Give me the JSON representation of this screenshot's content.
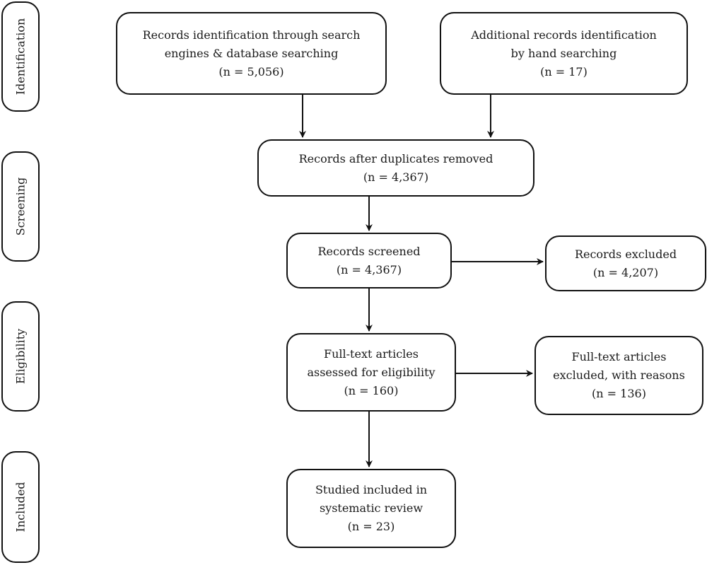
{
  "stages": {
    "identification": "Identification",
    "screening": "Screening",
    "eligibility": "Eligibility",
    "included": "Included"
  },
  "boxes": {
    "search_records": {
      "lines": [
        "Records identification through search",
        "engines & database searching",
        "(n = 5,056)"
      ]
    },
    "hand_records": {
      "lines": [
        "Additional records identification",
        "by hand searching",
        "(n = 17)"
      ]
    },
    "duplicates_removed": {
      "lines": [
        "Records after duplicates removed",
        "(n = 4,367)"
      ]
    },
    "screened": {
      "lines": [
        "Records screened",
        "(n = 4,367)"
      ]
    },
    "excluded": {
      "lines": [
        "Records excluded",
        "(n = 4,207)"
      ]
    },
    "fulltext_assessed": {
      "lines": [
        "Full-text articles",
        "assessed for eligibility",
        "(n = 160)"
      ]
    },
    "fulltext_excluded": {
      "lines": [
        "Full-text articles",
        "excluded, with reasons",
        "(n = 136)"
      ]
    },
    "included": {
      "lines": [
        "Studied included in",
        "systematic review",
        "(n = 23)"
      ]
    }
  }
}
